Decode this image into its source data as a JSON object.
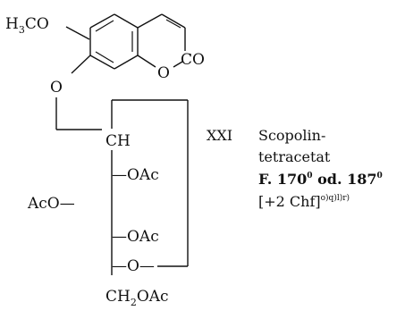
{
  "structure": {
    "methoxy": {
      "group": "H",
      "sub": "3",
      "rest": "CO"
    },
    "ring_o": "O",
    "ring_co": "CO",
    "ether_o": "O",
    "ch": "CH",
    "oac_1": "—OAc",
    "aco": "AcO—",
    "oac_2": "—OAc",
    "ring_o2": "—O—",
    "ch2oac": {
      "pre": "CH",
      "sub": "2",
      "rest": "OAc"
    }
  },
  "compound": {
    "number": "XXI",
    "name_line1": "Scopolin-",
    "name_line2": "tetracetat",
    "mp": "F. 170",
    "mp_deg": "0",
    "mp_or": " od. 187",
    "mp_deg2": "0",
    "solvate": "[+2 Chf]",
    "refs": "o)q)l)r)"
  }
}
